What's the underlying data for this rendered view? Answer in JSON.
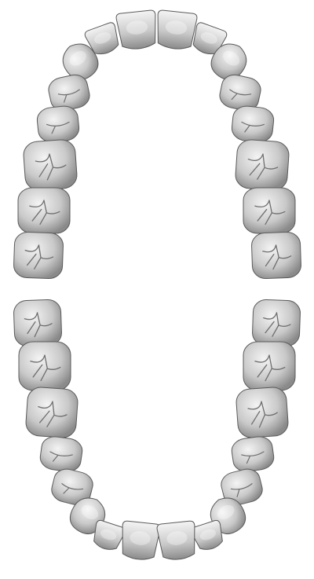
{
  "background_color": "#ffffff",
  "tooth_fill_light": "#f4f4f4",
  "tooth_fill_mid": "#c9c9c9",
  "tooth_fill_dark": "#8a8a8a",
  "tooth_outline": "#5a5a5a",
  "groove_color": "#6e6e6e",
  "upper_arch": {
    "teeth": [
      {
        "name": "upper-right-central-incisor",
        "type": "incisor"
      },
      {
        "name": "upper-right-lateral-incisor",
        "type": "incisor"
      },
      {
        "name": "upper-right-canine",
        "type": "canine"
      },
      {
        "name": "upper-right-first-premolar",
        "type": "premolar"
      },
      {
        "name": "upper-right-second-premolar",
        "type": "premolar"
      },
      {
        "name": "upper-right-first-molar",
        "type": "molar"
      },
      {
        "name": "upper-right-second-molar",
        "type": "molar"
      },
      {
        "name": "upper-right-third-molar",
        "type": "molar"
      },
      {
        "name": "upper-left-central-incisor",
        "type": "incisor"
      },
      {
        "name": "upper-left-lateral-incisor",
        "type": "incisor"
      },
      {
        "name": "upper-left-canine",
        "type": "canine"
      },
      {
        "name": "upper-left-first-premolar",
        "type": "premolar"
      },
      {
        "name": "upper-left-second-premolar",
        "type": "premolar"
      },
      {
        "name": "upper-left-first-molar",
        "type": "molar"
      },
      {
        "name": "upper-left-second-molar",
        "type": "molar"
      },
      {
        "name": "upper-left-third-molar",
        "type": "molar"
      }
    ]
  },
  "lower_arch": {
    "teeth": [
      {
        "name": "lower-right-third-molar",
        "type": "molar"
      },
      {
        "name": "lower-right-second-molar",
        "type": "molar"
      },
      {
        "name": "lower-right-first-molar",
        "type": "molar"
      },
      {
        "name": "lower-right-second-premolar",
        "type": "premolar"
      },
      {
        "name": "lower-right-first-premolar",
        "type": "premolar"
      },
      {
        "name": "lower-right-canine",
        "type": "canine"
      },
      {
        "name": "lower-right-lateral-incisor",
        "type": "incisor"
      },
      {
        "name": "lower-right-central-incisor",
        "type": "incisor"
      },
      {
        "name": "lower-left-third-molar",
        "type": "molar"
      },
      {
        "name": "lower-left-second-molar",
        "type": "molar"
      },
      {
        "name": "lower-left-first-molar",
        "type": "molar"
      },
      {
        "name": "lower-left-second-premolar",
        "type": "premolar"
      },
      {
        "name": "lower-left-first-premolar",
        "type": "premolar"
      },
      {
        "name": "lower-left-canine",
        "type": "canine"
      },
      {
        "name": "lower-left-lateral-incisor",
        "type": "incisor"
      },
      {
        "name": "lower-left-central-incisor",
        "type": "incisor"
      }
    ]
  }
}
